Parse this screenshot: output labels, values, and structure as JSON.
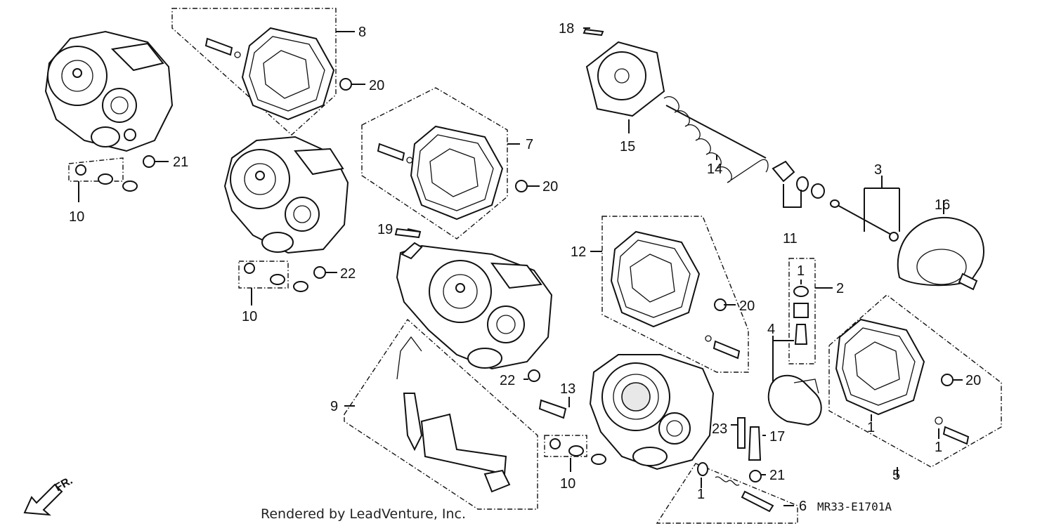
{
  "labels": {
    "l1a": "1",
    "l1b": "1",
    "l1c": "1",
    "l1d": "1",
    "l2": "2",
    "l3": "3",
    "l4": "4",
    "l5": "5",
    "l6": "6",
    "l7": "7",
    "l8": "8",
    "l9": "9",
    "l10a": "10",
    "l10b": "10",
    "l10c": "10",
    "l11": "11",
    "l12": "12",
    "l13": "13",
    "l14": "14",
    "l15": "15",
    "l16": "16",
    "l17": "17",
    "l18": "18",
    "l19": "19",
    "l20a": "20",
    "l20b": "20",
    "l20c": "20",
    "l20d": "20",
    "l21a": "21",
    "l21b": "21",
    "l22a": "22",
    "l22b": "22",
    "l23": "23"
  },
  "diagram_code": "MR33-E1701A",
  "credit": "Rendered by LeadVenture, Inc.",
  "direction_label": "FR."
}
